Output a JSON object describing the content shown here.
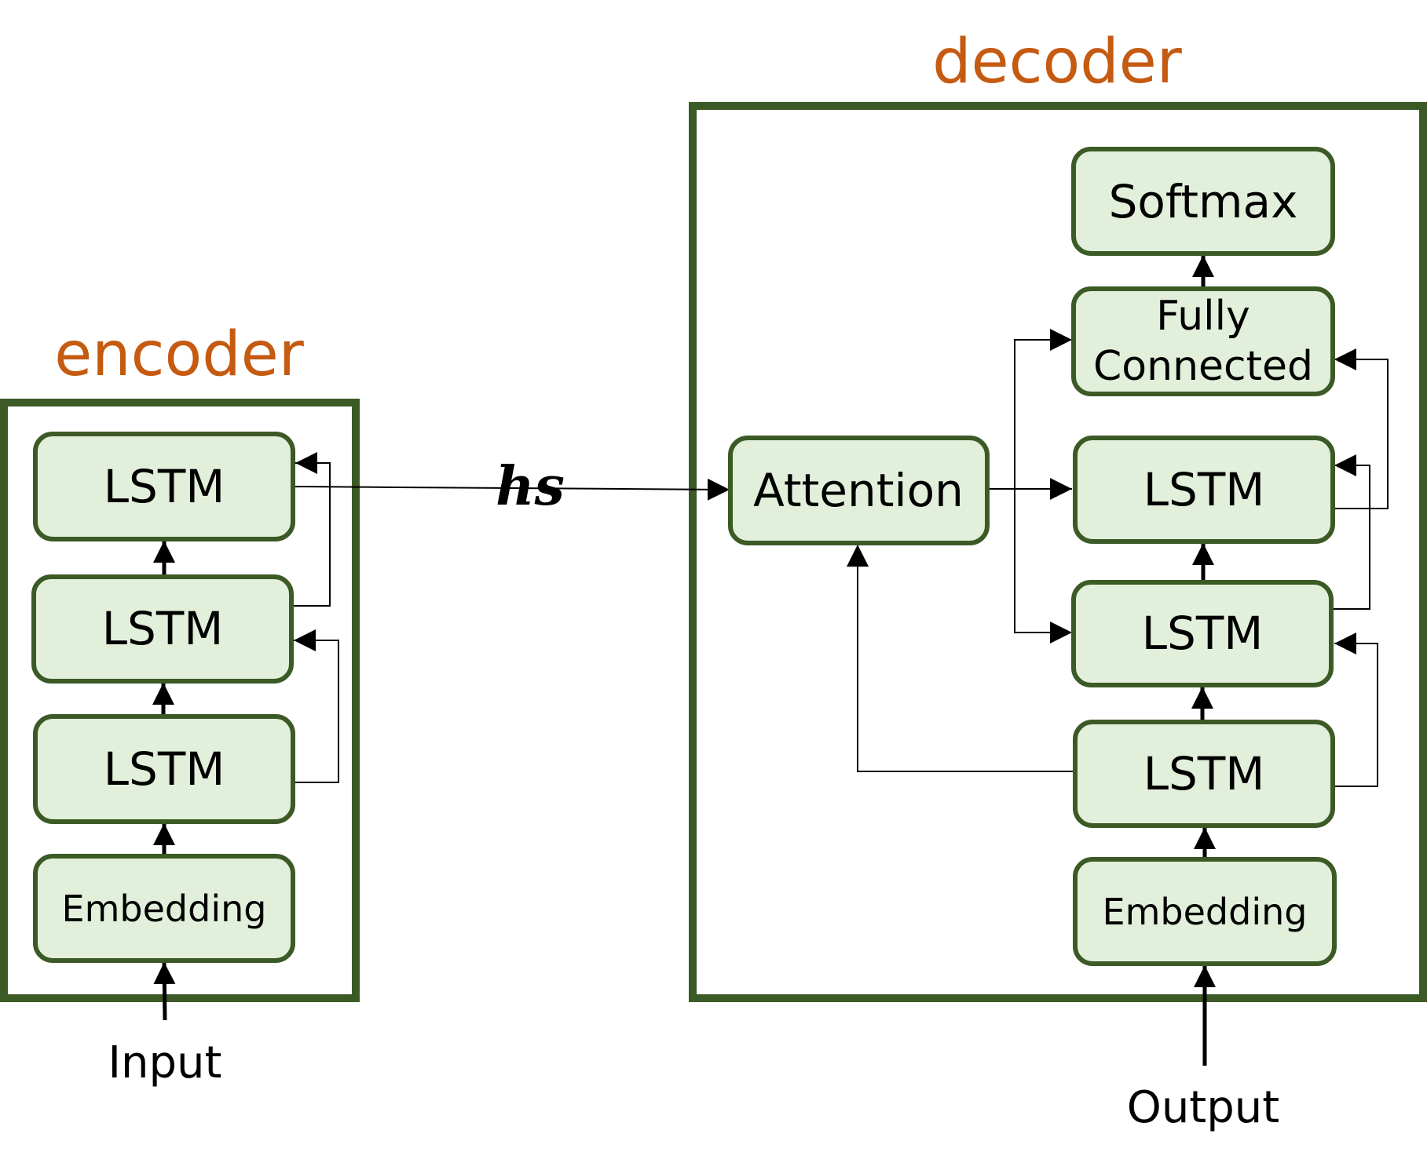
{
  "colors": {
    "container_border": "#3b5a25",
    "block_fill": "#e2efda",
    "block_border": "#3b5a25",
    "section_title": "#c55a11",
    "text": "#000000",
    "background": "#ffffff"
  },
  "encoder": {
    "title": "encoder",
    "blocks": [
      {
        "label": "LSTM"
      },
      {
        "label": "LSTM"
      },
      {
        "label": "LSTM"
      },
      {
        "label": "Embedding"
      }
    ],
    "input_label": "Input"
  },
  "context": {
    "label": "hs"
  },
  "decoder": {
    "title": "decoder",
    "attention": {
      "label": "Attention"
    },
    "softmax": {
      "label": "Softmax"
    },
    "fully_connected": {
      "label_line1": "Fully",
      "label_line2": "Connected"
    },
    "lstm_blocks": [
      {
        "label": "LSTM"
      },
      {
        "label": "LSTM"
      },
      {
        "label": "LSTM"
      }
    ],
    "embedding": {
      "label": "Embedding"
    },
    "output_label": "Output"
  }
}
